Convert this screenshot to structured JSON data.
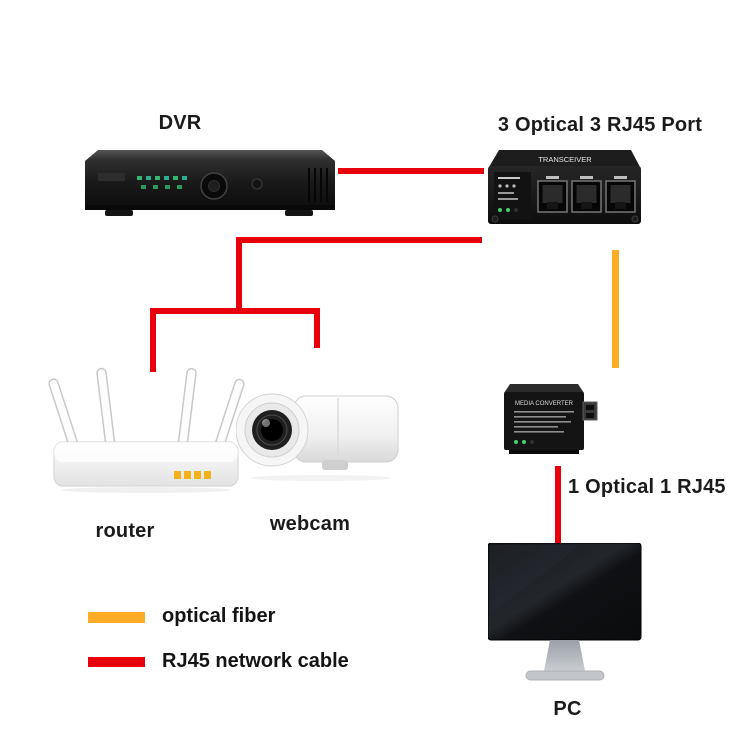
{
  "diagram": {
    "dvr": {
      "label": "DVR"
    },
    "converter3": {
      "label": "3 Optical 3 RJ45 Port",
      "device_text": "TRANSCEIVER"
    },
    "router": {
      "label": "router"
    },
    "webcam": {
      "label": "webcam"
    },
    "converter1": {
      "label": "1 Optical 1 RJ45",
      "device_text": "MEDIA CONVERTER"
    },
    "pc": {
      "label": "PC"
    },
    "legend": {
      "fiber": {
        "label": "optical fiber",
        "color": "#FFAD26"
      },
      "rj45": {
        "label": "RJ45 network cable",
        "color": "#E8000D"
      }
    },
    "colors": {
      "optical_fiber": "#FFAD26",
      "rj45_cable": "#E8000D"
    }
  }
}
